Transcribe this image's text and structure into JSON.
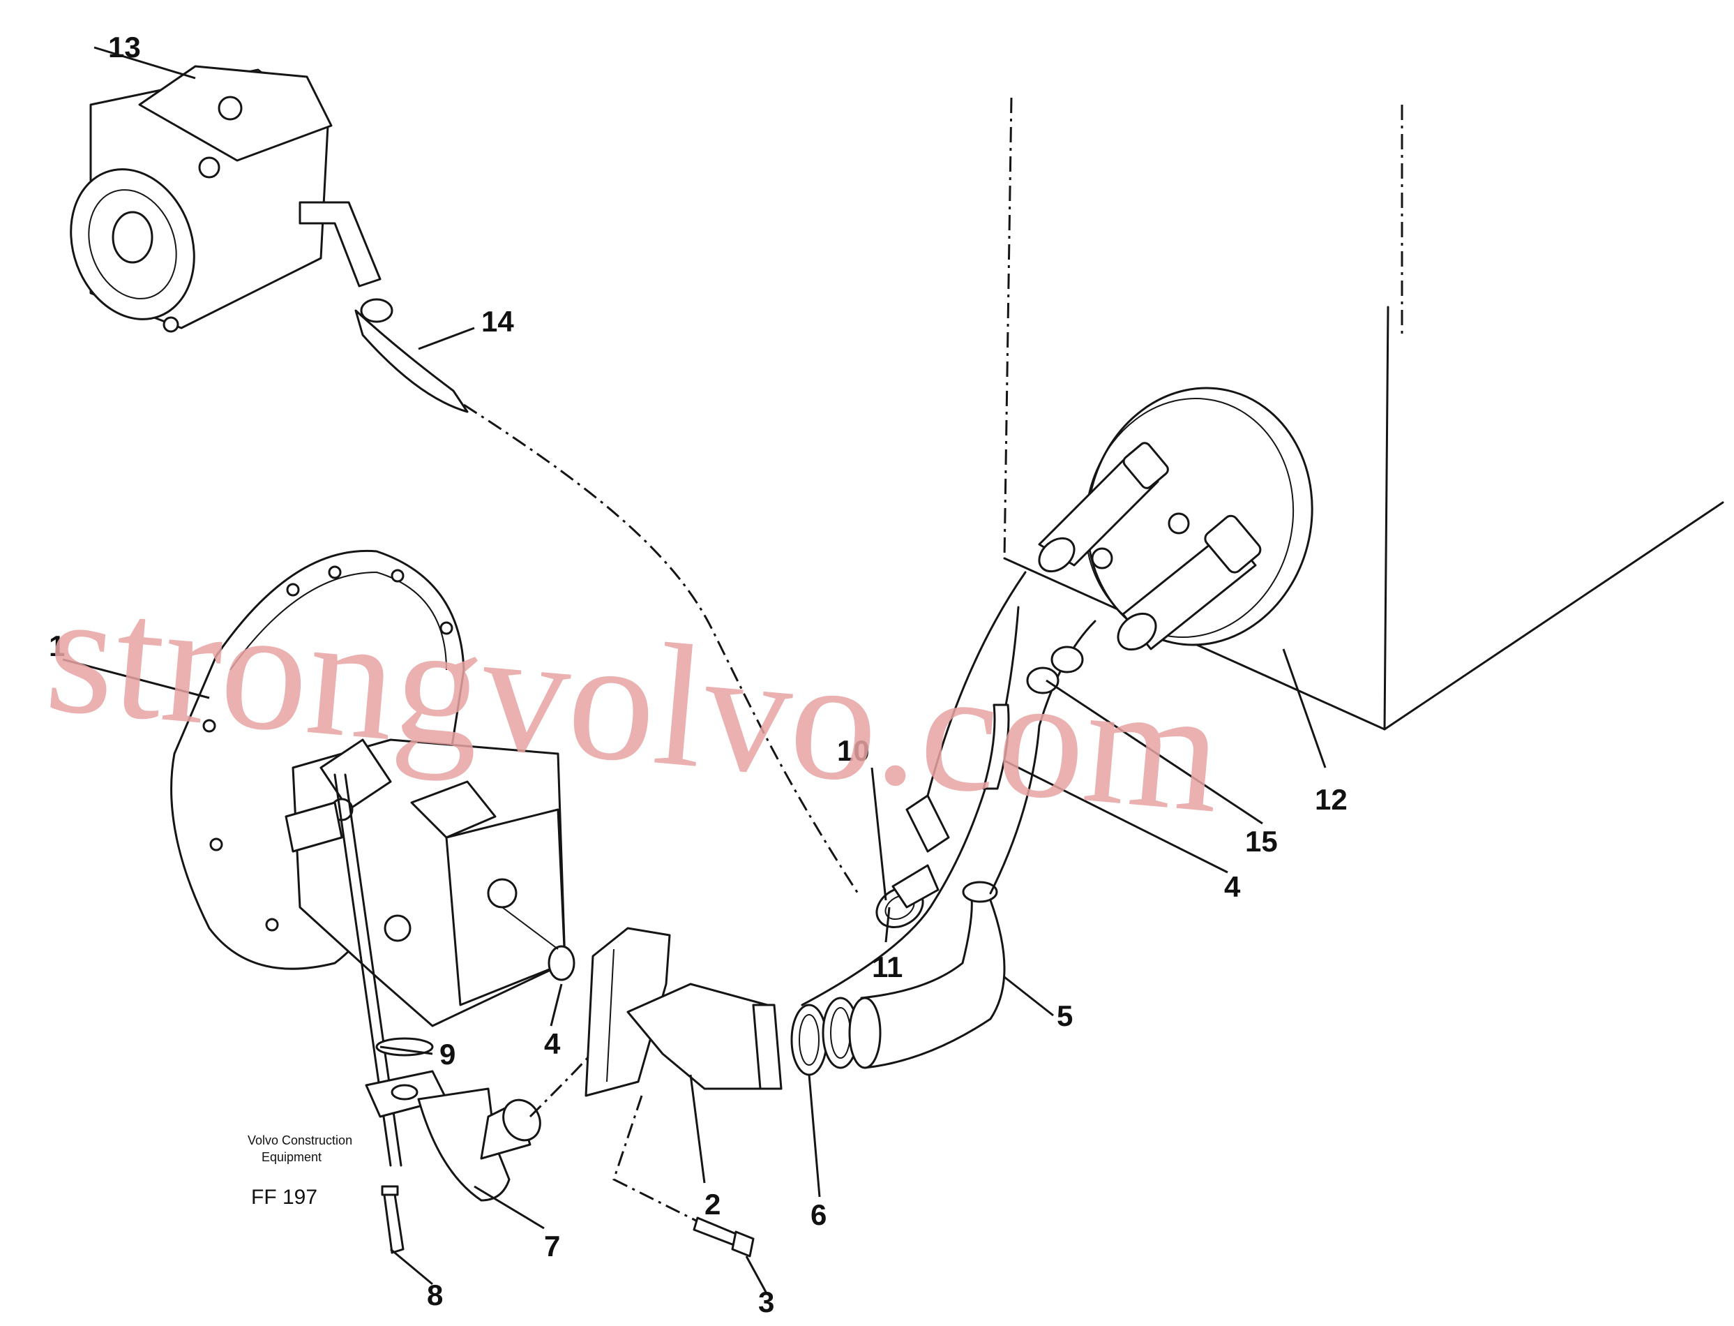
{
  "diagram": {
    "caption_line1": "Volvo Construction",
    "caption_line2": "Equipment",
    "figure_code": "FF 197",
    "watermark": "strongvolvo.com",
    "labels": {
      "p1": "1",
      "p2": "2",
      "p3": "3",
      "p4a": "4",
      "p4b": "4",
      "p5": "5",
      "p6": "6",
      "p7": "7",
      "p8": "8",
      "p9": "9",
      "p10": "10",
      "p11": "11",
      "p12": "12",
      "p13": "13",
      "p14": "14",
      "p15": "15"
    }
  }
}
